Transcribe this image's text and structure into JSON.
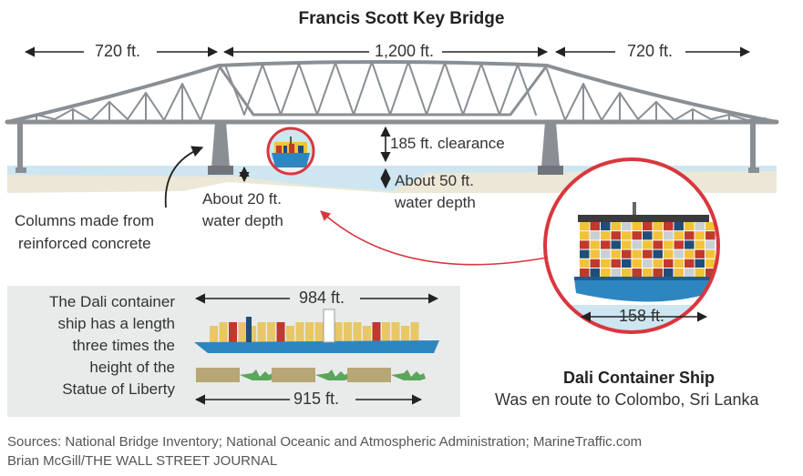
{
  "title": "Francis Scott Key Bridge",
  "spans": {
    "left": "720 ft.",
    "center": "1,200 ft.",
    "right": "720 ft."
  },
  "clearance": "185 ft. clearance",
  "center_depth": [
    "About 50 ft.",
    "water depth"
  ],
  "pier_depth": [
    "About 20 ft.",
    "water depth"
  ],
  "columns_note": [
    "Columns made from",
    "reinforced concrete"
  ],
  "comparison": {
    "text": [
      "The Dali container",
      "ship has a length",
      "three times the",
      "height of the",
      "Statue of Liberty"
    ],
    "ship_length": "984 ft.",
    "liberty_total": "915 ft."
  },
  "ship": {
    "title": "Dali Container Ship",
    "subtitle": "Was en route to Colombo, Sri Lanka",
    "beam": "158 ft."
  },
  "credits": {
    "sources": "Sources: National Bridge Inventory; National Oceanic and Atmospheric Administration; MarineTraffic.com",
    "byline": "Brian McGill/THE WALL STREET JOURNAL"
  },
  "colors": {
    "truss": "#8a8f94",
    "water": "#cde6f1",
    "sand": "#ece7d6",
    "accent_red": "#d9363e",
    "hull": "#2e86c1",
    "panel": "#e9eaea",
    "liberty_green": "#5aa65a"
  },
  "icons": [
    "span-arrow-icon",
    "depth-arrow-icon",
    "curved-arrow-icon",
    "container-ship-icon",
    "statue-of-liberty-icon"
  ]
}
